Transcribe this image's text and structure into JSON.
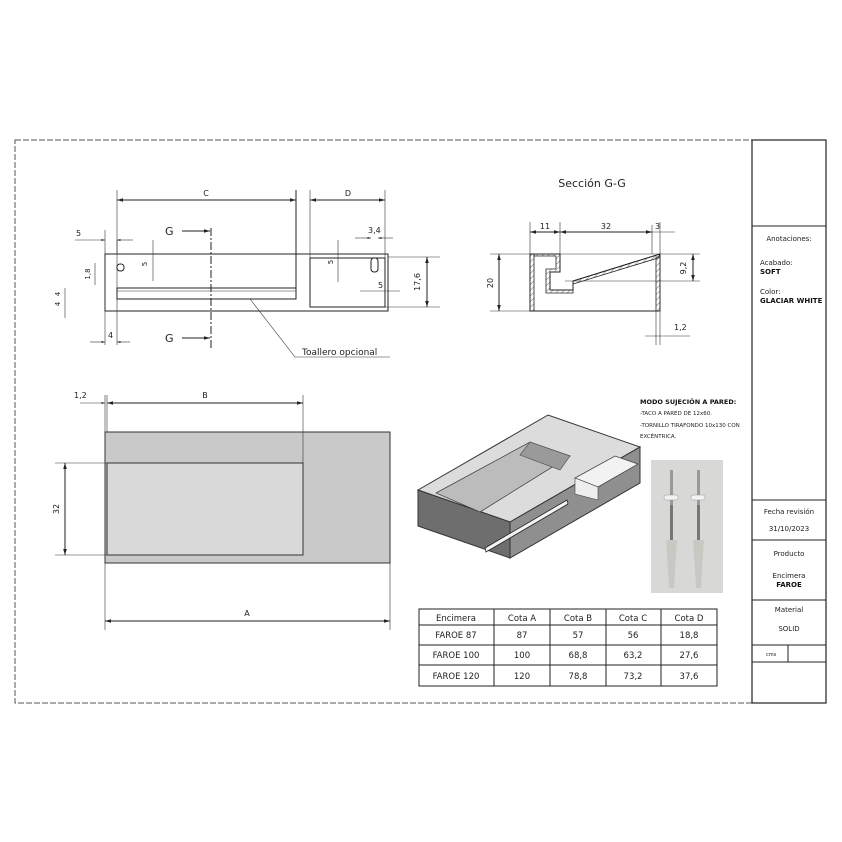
{
  "title_block": {
    "annotations_label": "Anotaciones:",
    "finish_label": "Acabado:",
    "finish_value": "SOFT",
    "color_label": "Color:",
    "color_value": "GLACIAR WHITE",
    "revision_label": "Fecha revisión",
    "revision_date": "31/10/2023",
    "product_label": "Producto",
    "product_type": "Encimera",
    "product_name": "FAROE",
    "material_label": "Material",
    "material_value": "SOLID",
    "units": "cms"
  },
  "top_view": {
    "dim_c": "C",
    "dim_d": "D",
    "dim_5a": "5",
    "dim_18": "1,8",
    "dim_5b": "5",
    "dim_4a": "4",
    "dim_4b": "4",
    "dim_4c": "4",
    "dim_34": "3,4",
    "dim_5c": "5",
    "dim_5d": "5",
    "dim_176": "17,6",
    "section_mark_top": "G",
    "section_mark_bottom": "G",
    "towel_note": "Toallero opcional"
  },
  "section": {
    "title": "Sección G-G",
    "dim_11": "11",
    "dim_32": "32",
    "dim_3": "3",
    "dim_20": "20",
    "dim_92": "9,2",
    "dim_12": "1,2"
  },
  "front_view": {
    "dim_12": "1,2",
    "dim_b": "B",
    "dim_32": "32",
    "dim_a": "A"
  },
  "mounting": {
    "title": "MODO SUJECIÓN A PARED:",
    "line1": "-TACO A PARED DE 12x60.",
    "line2": "-TORNILLO TIRAFONDO 10x130 CON",
    "line3": "EXCÉNTRICA."
  },
  "table": {
    "headers": [
      "Encimera",
      "Cota A",
      "Cota B",
      "Cota C",
      "Cota D"
    ],
    "rows": [
      [
        "FAROE 87",
        "87",
        "57",
        "56",
        "18,8"
      ],
      [
        "FAROE 100",
        "100",
        "68,8",
        "63,2",
        "27,6"
      ],
      [
        "FAROE 120",
        "120",
        "78,8",
        "73,2",
        "37,6"
      ]
    ]
  }
}
